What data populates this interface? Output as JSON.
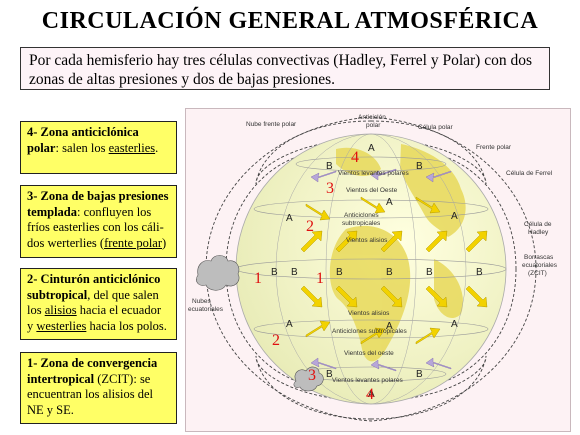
{
  "title": "CIRCULACIÓN GENERAL ATMOSFÉRICA",
  "intro": "Por cada hemisferio hay tres células convectivas (Hadley, Ferrel y Polar) con dos zonas de altas presiones y dos de bajas presiones.",
  "zones": [
    {
      "bold": "4- Zona anticiclónica polar",
      "t1": ": salen los ",
      "u1": "easterlies",
      "t2": "."
    },
    {
      "bold": "3- Zona de bajas presiones templada",
      "t1": ": confluyen los fríos easterlies con los cáli-dos werterlies (",
      "u1": "frente polar",
      "t2": ")"
    },
    {
      "bold": "2- Cinturón anticiclónico subtropical",
      "t1": ", del que salen los ",
      "u1": "alisios",
      "t2": " hacia el ecuador y ",
      "u2": "westerlies",
      "t3": " hacia los polos."
    },
    {
      "bold": "1- Zona de convergencia intertropical",
      "t1": " (ZCIT): se encuentran los alisios del NE y SE."
    }
  ],
  "diagram": {
    "labels": {
      "nube_polar": "Nube frente polar",
      "anticiclon": "Anticiclón",
      "polar": "polar",
      "celula_polar": "Célula polar",
      "frente_polar": "Frente polar",
      "celula_ferrel": "Célula de Ferrel",
      "celula_de": "Célula de",
      "hadley": "Hadley",
      "borrascas": "Borrascas",
      "ecuatoriales": "ecuatoriales",
      "zcit": "(ZCIT)",
      "nubes": "Nubes",
      "ecuatoriales2": "ecuatoriales",
      "levantes_n": "Vientos levantes polares",
      "oeste_n": "Vientos del Oeste",
      "anticiclones_n1": "Anticiclones",
      "anticiclones_n2": "subtropicales",
      "alisios_n": "Vientos alisios",
      "alisios_s": "Vientos alisios",
      "anticiclones_s": "Anticiclones subtropicales",
      "oeste_s": "Vientos del oeste",
      "levantes_s": "Vientos levantes polares"
    },
    "zone_numbers": [
      "4",
      "3",
      "2",
      "1",
      "1",
      "2",
      "3",
      "4"
    ],
    "pressure_a": "A",
    "pressure_b": "B",
    "colors": {
      "globe": "#f4f6c8",
      "land": "#e8d95a",
      "arrow_yellow": "#f2d200",
      "arrow_purple": "#b7a6d9",
      "numbers": "#e01010",
      "box": "#ffff66"
    }
  }
}
